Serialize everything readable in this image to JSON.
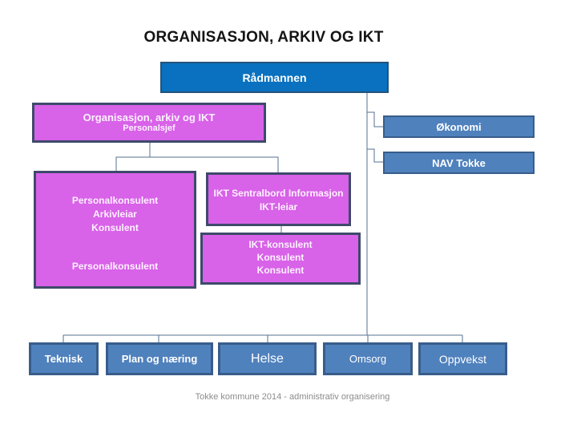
{
  "slide": {
    "title": "ORGANISASJON, ARKIV OG IKT",
    "footer": "Tokke kommune 2014 - administrativ organisering"
  },
  "colors": {
    "root_fill": "#0971bf",
    "root_border": "#24537b",
    "dept_fill": "#4f81bd",
    "dept_border": "#385d8a",
    "staff_fill": "#d862e8",
    "staff_border": "#3e4a6b",
    "connector": "#54718f",
    "title_text": "#141414",
    "footer_text": "#8c8c8c"
  },
  "org_chart": {
    "root": {
      "label": "Rådmannen"
    },
    "unit": {
      "title": "Organisasjon, arkiv og IKT",
      "subtitle": "Personalsjef"
    },
    "side_units": [
      {
        "label": "Økonomi"
      },
      {
        "label": "NAV Tokke"
      }
    ],
    "personal_box": {
      "line1": "Personalkonsulent",
      "line2": "Arkivleiar",
      "line3": "Konsulent",
      "line4": "Personalkonsulent"
    },
    "ikt_box": {
      "line1": "IKT Sentralbord Informasjon",
      "line2": "IKT-leiar"
    },
    "ikt_sub_box": {
      "line1": "IKT-konsulent",
      "line2": "Konsulent",
      "line3": "Konsulent"
    },
    "departments": [
      {
        "label": "Teknisk"
      },
      {
        "label": "Plan og næring"
      },
      {
        "label": "Helse"
      },
      {
        "label": "Omsorg"
      },
      {
        "label": "Oppvekst"
      }
    ]
  }
}
